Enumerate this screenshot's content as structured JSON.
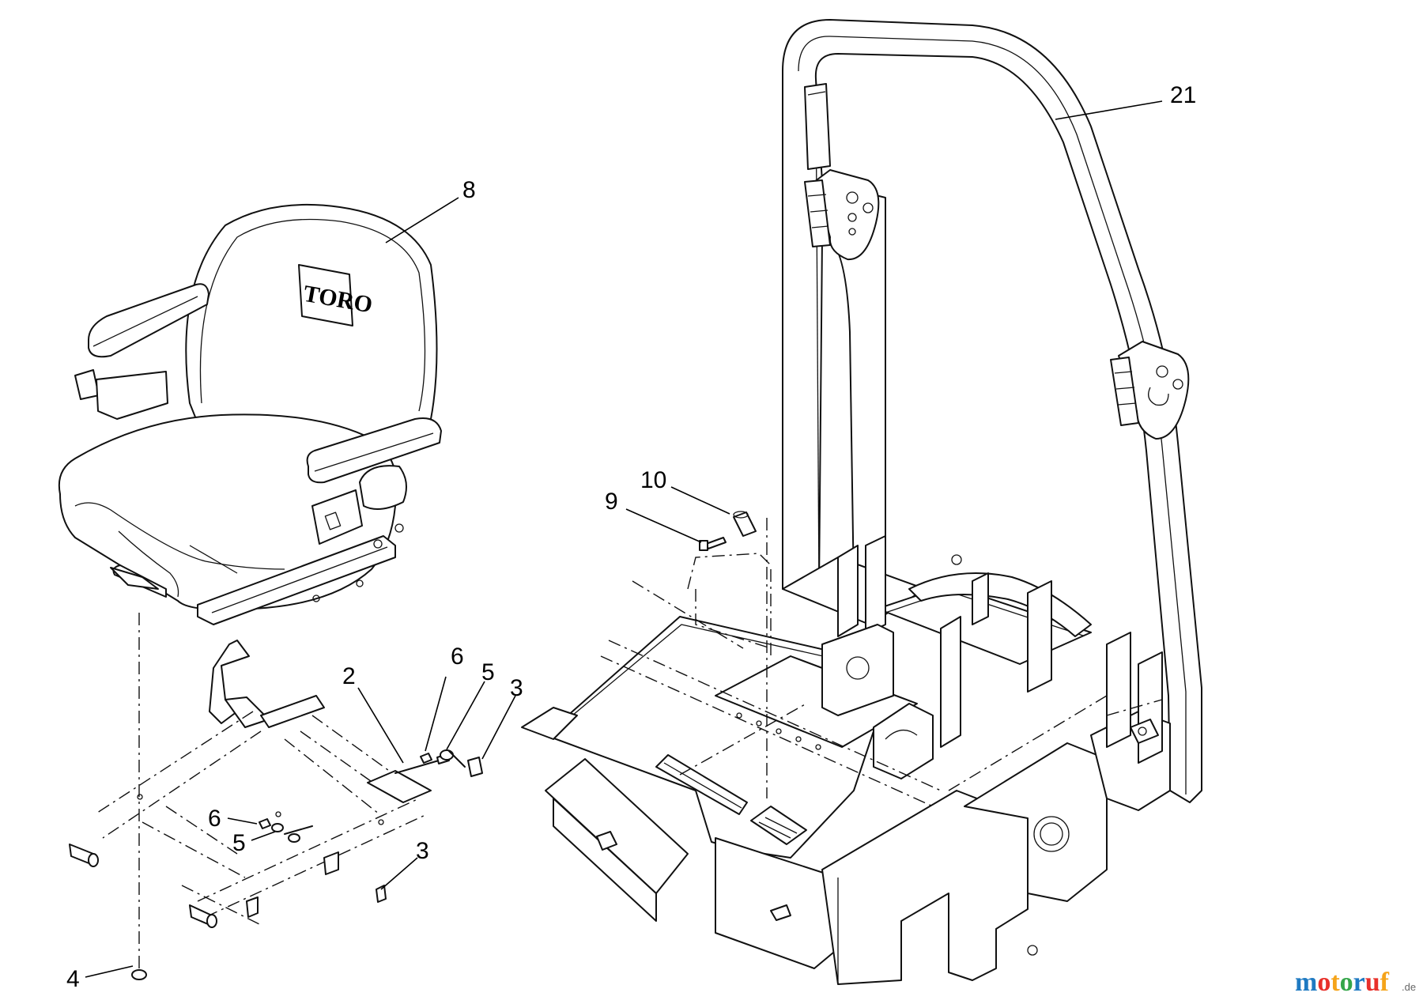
{
  "diagram": {
    "callouts": [
      {
        "id": "c21",
        "label": "21",
        "part": "roll-bar"
      },
      {
        "id": "c8",
        "label": "8",
        "part": "seat"
      },
      {
        "id": "c10",
        "label": "10",
        "part": "spacer"
      },
      {
        "id": "c9",
        "label": "9",
        "part": "bolt"
      },
      {
        "id": "c2",
        "label": "2",
        "part": "cable"
      },
      {
        "id": "c6a",
        "label": "6",
        "part": "nut"
      },
      {
        "id": "c5a",
        "label": "5",
        "part": "washer"
      },
      {
        "id": "c3a",
        "label": "3",
        "part": "bolt"
      },
      {
        "id": "c6b",
        "label": "6",
        "part": "nut"
      },
      {
        "id": "c5b",
        "label": "5",
        "part": "washer"
      },
      {
        "id": "c3b",
        "label": "3",
        "part": "bolt"
      },
      {
        "id": "c4",
        "label": "4",
        "part": "nut"
      }
    ],
    "seat_logo": "TORO"
  },
  "watermark": {
    "text": "motoruf",
    "suffix": ".de",
    "colors": [
      "#1f7ac2",
      "#e8302a",
      "#f5a41a",
      "#35a64a",
      "#1f7ac2",
      "#e8302a",
      "#f5a41a"
    ]
  }
}
